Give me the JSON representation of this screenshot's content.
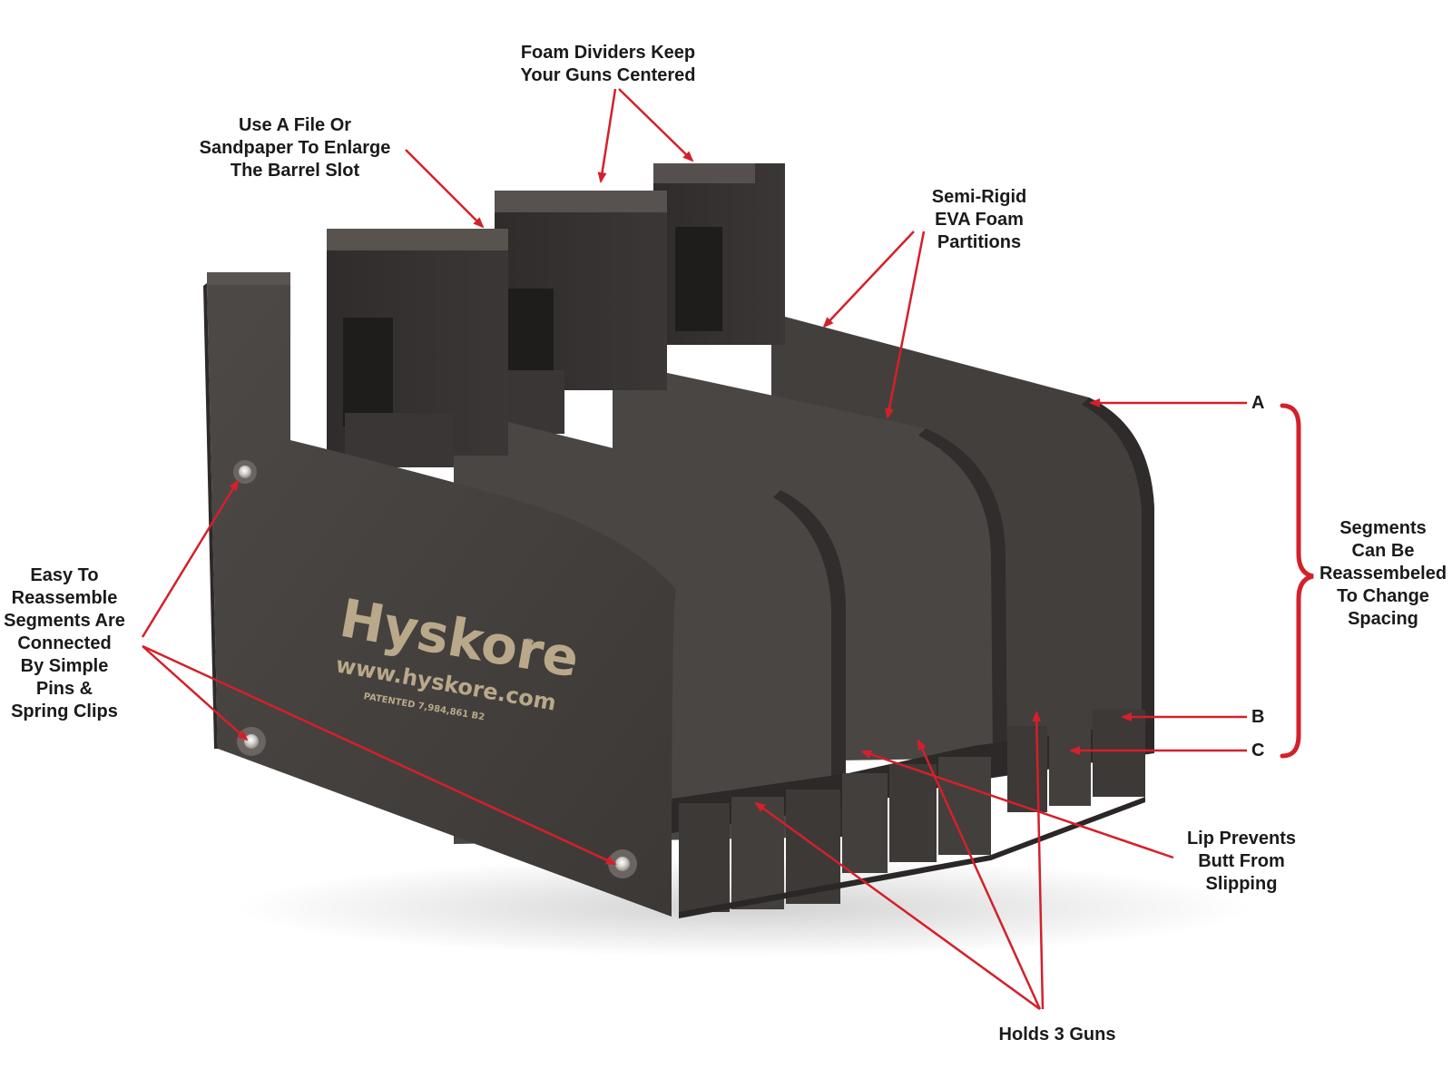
{
  "product": {
    "brand": "Hyskore",
    "registered_mark": "®",
    "website": "www.hyskore.com",
    "patent": "PATENTED 7,984,861 B2",
    "foam_color": "#4a4644",
    "brand_text_color": "#b9a98a"
  },
  "annotation_color": "#d4202a",
  "callouts": {
    "foam_dividers": [
      "Foam Dividers Keep",
      "Your Guns Centered"
    ],
    "barrel_slot": [
      "Use A File Or",
      "Sandpaper To Enlarge",
      "The Barrel Slot"
    ],
    "partitions": [
      "Semi-Rigid",
      "EVA Foam",
      "Partitions"
    ],
    "segments_spacing": [
      "Segments",
      "Can Be",
      "Reassembeled",
      "To Change",
      "Spacing"
    ],
    "reassemble": [
      "Easy To",
      "Reassemble",
      "Segments Are",
      "Connected",
      "By Simple",
      "Pins &",
      "Spring Clips"
    ],
    "lip": [
      "Lip Prevents",
      "Butt From",
      "Slipping"
    ],
    "holds": [
      "Holds 3 Guns"
    ]
  },
  "letters": {
    "a": "A",
    "b": "B",
    "c": "C"
  }
}
